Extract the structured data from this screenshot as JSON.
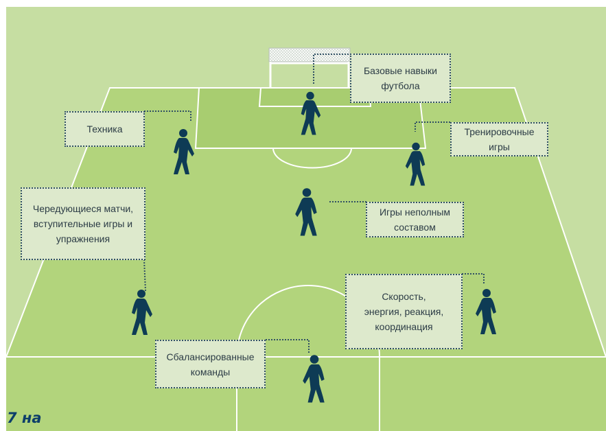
{
  "labels": {
    "basic_skills": [
      "Базовые навыки",
      "футбола"
    ],
    "technique": [
      "Техника"
    ],
    "training_games": [
      "Тренировочные",
      "игры"
    ],
    "alternating_matches": [
      "Чередующиеся матчи,",
      "вступительные игры и",
      "упражнения"
    ],
    "small_sided_games": [
      "Игры неполным",
      "составом"
    ],
    "speed": [
      "Скорость,",
      "энергия, реакция,",
      "координация"
    ],
    "balanced_teams": [
      "Сбалансированные",
      "команды"
    ]
  },
  "footer": {
    "title": "7 на"
  },
  "colors": {
    "background": "#c6dea2",
    "field_light": "#b2d47c",
    "field_dark": "#a3ca68",
    "lines": "#ffffff",
    "player": "#0e3b55",
    "box_fill": "#dde9cc",
    "box_border": "#2f4f63",
    "footer_text": "#0d3e6a"
  },
  "icons": {
    "players": [
      "player-icon",
      "player-icon",
      "player-icon",
      "player-icon",
      "player-icon",
      "player-icon",
      "player-icon"
    ],
    "goal": "goal-net-icon"
  }
}
